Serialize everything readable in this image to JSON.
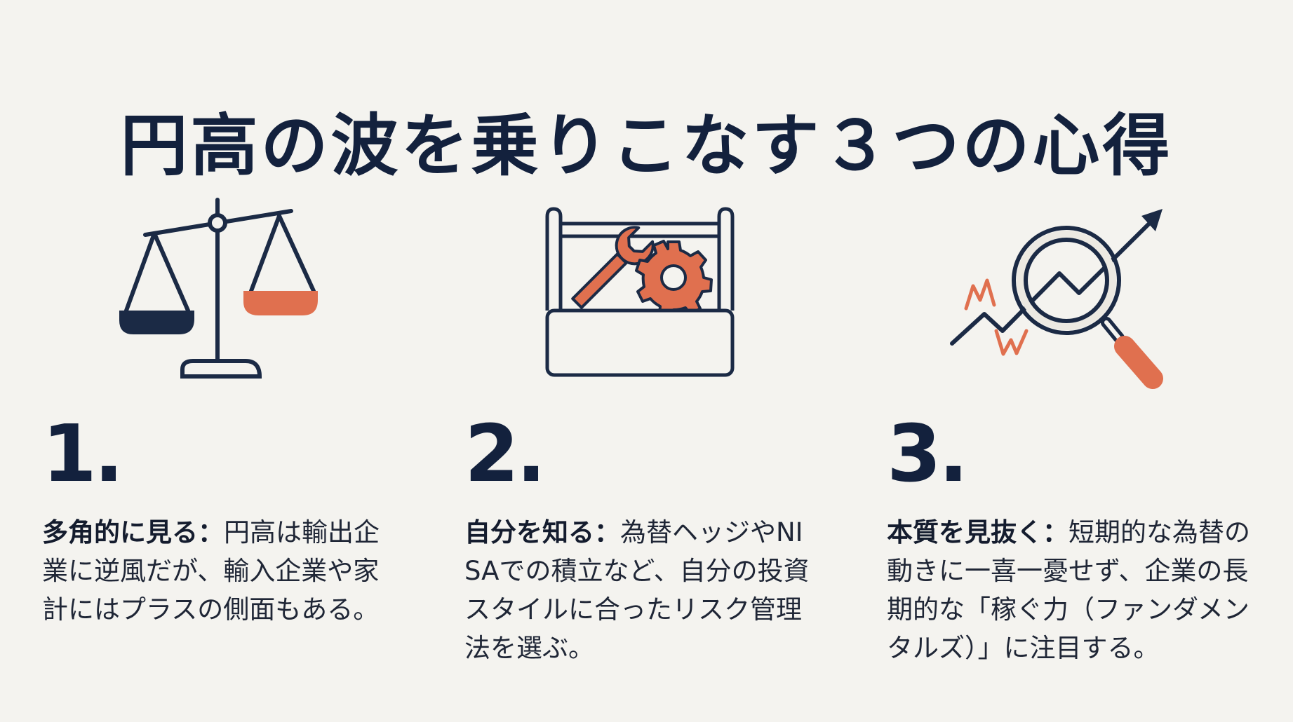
{
  "title": "円高の波を乗りこなす３つの心得",
  "colors": {
    "background": "#F4F3EF",
    "navy": "#1B2A45",
    "accent": "#E0704F",
    "text": "#1F2636"
  },
  "tips": [
    {
      "number": "1.",
      "icon": "balance-scale-icon",
      "lead": "多角的に見る",
      "separator": "：",
      "body": "円高は輸出企業に逆風だが、輸入企業や家計にはプラスの側面もある。"
    },
    {
      "number": "2.",
      "icon": "toolbox-wrench-gear-icon",
      "lead": "自分を知る",
      "separator": "：",
      "body": "為替ヘッジやNISAでの積立など、自分の投資スタイルに合ったリスク管理法を選ぶ。"
    },
    {
      "number": "3.",
      "icon": "magnifier-trend-chart-icon",
      "lead": "本質を見抜く",
      "separator": "：",
      "body": "短期的な為替の動きに一喜一憂せず、企業の長期的な「稼ぐ力（ファンダメンタルズ）」に注目する。"
    }
  ]
}
